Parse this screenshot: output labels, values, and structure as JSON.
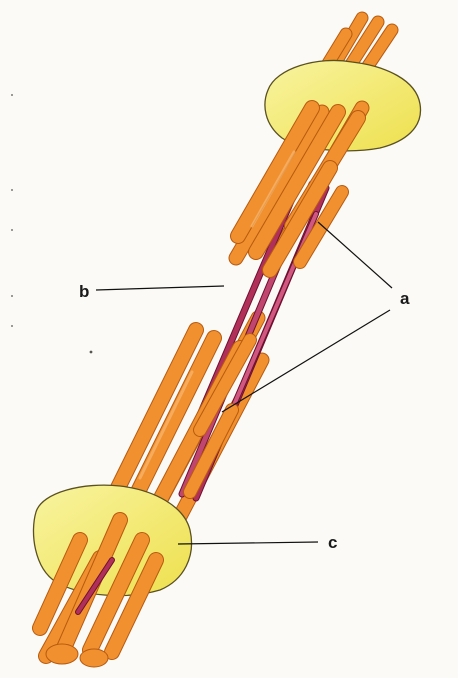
{
  "labels": {
    "a": "a",
    "b": "b",
    "c": "c"
  },
  "colors": {
    "filament_fill": "#f0902e",
    "filament_stroke": "#b85a10",
    "filament_highlight": "#f9b870",
    "thin_filament": "#b0305a",
    "thin_filament_stroke": "#6e1030",
    "z_disc": "#f4ee78",
    "z_disc_stroke": "#5a5020",
    "leader_line": "#111111"
  }
}
